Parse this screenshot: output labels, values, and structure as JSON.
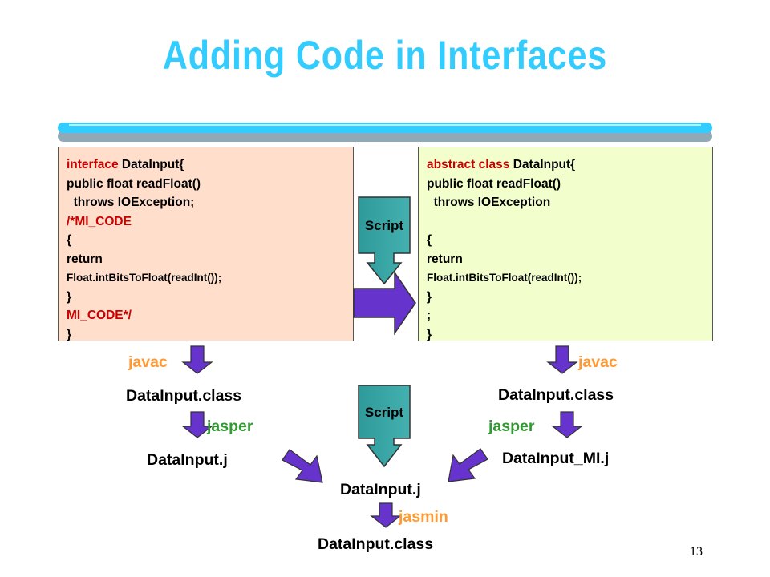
{
  "title": "Adding Code in Interfaces",
  "left_code": {
    "l1_kw": "interface",
    "l1_rest": " DataInput{",
    "l2": "public float readFloat()",
    "l3": "  throws IOException;",
    "l4": "/*MI_CODE",
    "l5": "{",
    "l6": "return",
    "l7": "Float.intBitsToFloat(readInt());",
    "l8": "}",
    "l9": "MI_CODE*/",
    "l10": "}"
  },
  "right_code": {
    "l1_kw": "abstract class",
    "l1_rest": " DataInput{",
    "l2": "public float readFloat()",
    "l3": "  throws IOException",
    "l5": "{",
    "l6": "return",
    "l7": "Float.intBitsToFloat(readInt());",
    "l8": "}",
    "l9": ";",
    "l10": "}"
  },
  "script_top": "Script",
  "script_bottom": "Script",
  "javac_left": "javac",
  "javac_right": "javac",
  "class_left": "DataInput.class",
  "class_right": "DataInput.class",
  "jasper_left": "jasper",
  "jasper_right": "jasper",
  "j_left": "DataInput.j",
  "j_right": "DataInput_MI.j",
  "j_center": "DataInput.j",
  "jasmin": "jasmin",
  "class_final": "DataInput.class",
  "page_number": "13",
  "colors": {
    "title": "#33ccff",
    "arrow_purple": "#6633cc",
    "script_teal": "#339999",
    "orange_label": "#ff9933",
    "green_label": "#339933",
    "left_box": "#ffdfcc",
    "right_box": "#f2ffcc"
  }
}
